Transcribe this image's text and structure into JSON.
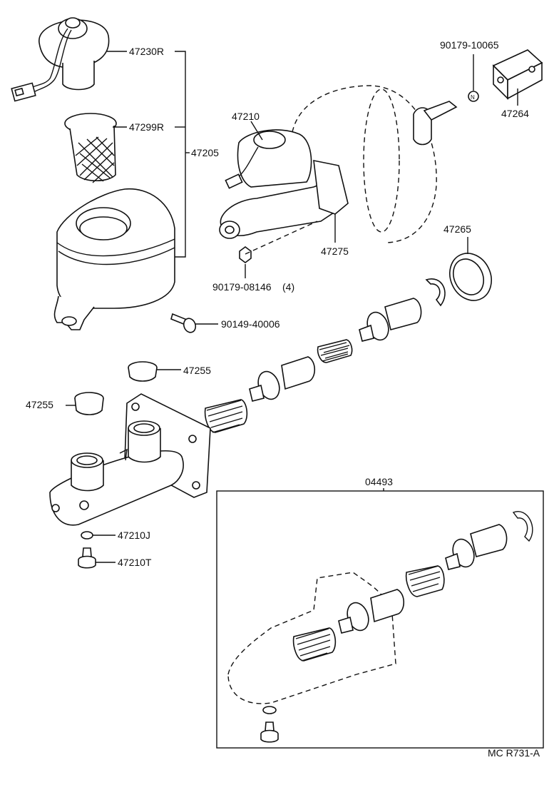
{
  "labels": {
    "reservoir_cap": "47230R",
    "strainer": "47299R",
    "reservoir_assy": "47205",
    "master_cyl_assy": "47210",
    "gasket": "47275",
    "nut_a": "90179-08146",
    "nut_a_qty": "(4)",
    "nut_b": "90179-10065",
    "clevis": "47264",
    "boot": "47265",
    "screw": "90149-40006",
    "grommet_upper": "47255",
    "grommet_lower": "47255",
    "bleeder_cap": "47210J",
    "bleeder_plug": "47210T",
    "kit": "04493",
    "figure_ref": "MC R731-A"
  },
  "nut_symbol": "N"
}
